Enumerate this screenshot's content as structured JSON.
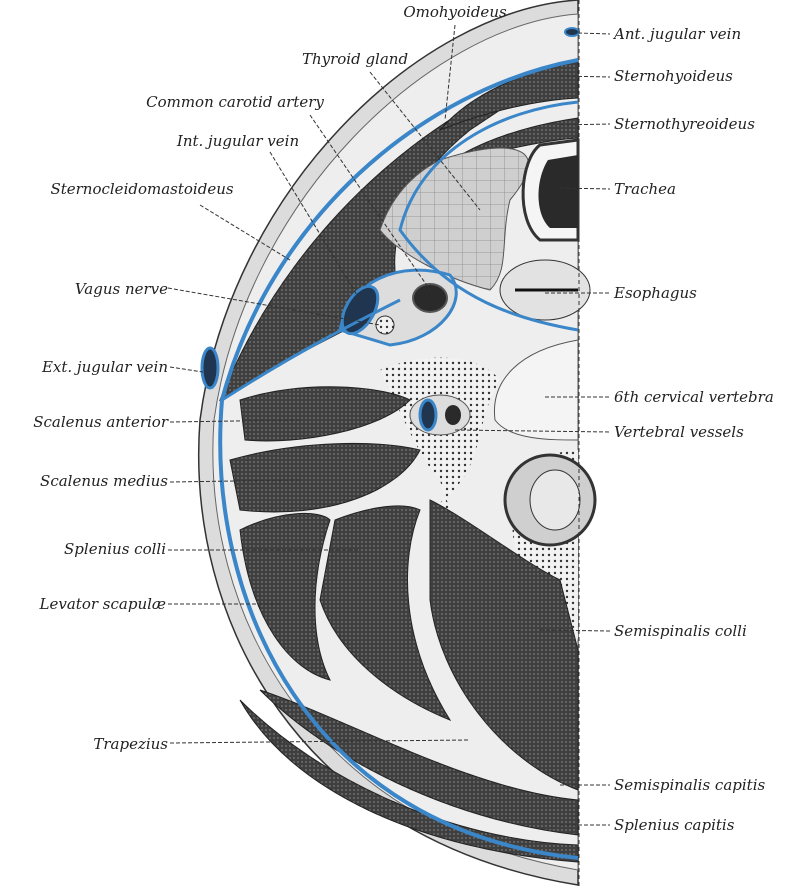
{
  "labels": {
    "omohyoideus": "Omohyoideus",
    "thyroid_gland": "Thyroid gland",
    "common_carotid_artery": "Common carotid artery",
    "int_jugular_vein": "Int. jugular vein",
    "sternocleidomastoideus": "Sternocleidomastoideus",
    "vagus_nerve": "Vagus nerve",
    "ext_jugular_vein": "Ext. jugular vein",
    "scalenus_anterior": "Scalenus anterior",
    "scalenus_medius": "Scalenus medius",
    "splenius_colli": "Splenius colli",
    "levator_scapulae": "Levator scapulæ",
    "trapezius": "Trapezius",
    "ant_jugular_vein": "Ant. jugular vein",
    "sternohyoideus": "Sternohyoideus",
    "sternothyreoideus": "Sternothyreoideus",
    "trachea": "Trachea",
    "esophagus": "Esophagus",
    "cervical_vertebra": "6th cervical vertebra",
    "vertebral_vessels": "Vertebral vessels",
    "semispinalis_colli": "Semispinalis colli",
    "semispinalis_capitis": "Semispinalis capitis",
    "splenius_capitis": "Splenius capitis"
  },
  "colors": {
    "fascia": "#3a86c8",
    "muscle": "#4a4a4a",
    "connective": "#e6e6e6"
  }
}
